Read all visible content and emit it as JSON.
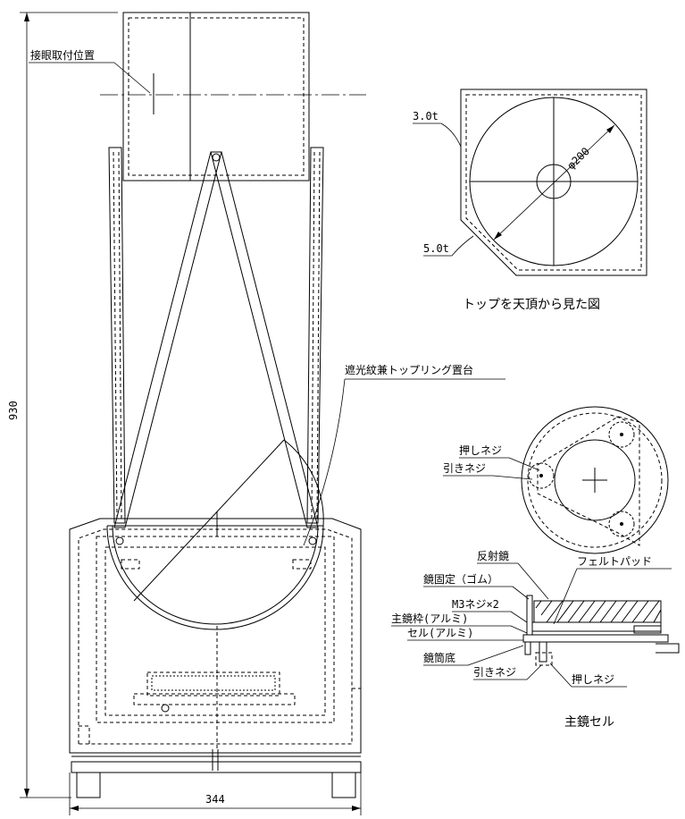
{
  "main_view": {
    "eyepiece_label": "接眼取付位置",
    "baffle_label": "遮光紋兼トップリング置台",
    "height_dim": "930",
    "width_dim": "344"
  },
  "top_view": {
    "caption": "トップを天頂から見た図",
    "thickness_top": "3.0t",
    "thickness_bottom": "5.0t",
    "diameter": "φ200"
  },
  "cell_view": {
    "caption": "主鏡セル",
    "push_screw": "押しネジ",
    "pull_screw": "引きネジ",
    "mirror": "反射鏡",
    "mirror_fix": "鏡固定（ゴム）",
    "m3_screw": "M3ネジ×2",
    "mirror_frame": "主鏡枠(アルミ)",
    "cell": "セル(アルミ)",
    "tube_bottom": "鏡筒底",
    "felt_pad": "フェルトパッド",
    "pull_screw_2": "引きネジ",
    "push_screw_2": "押しネジ"
  }
}
